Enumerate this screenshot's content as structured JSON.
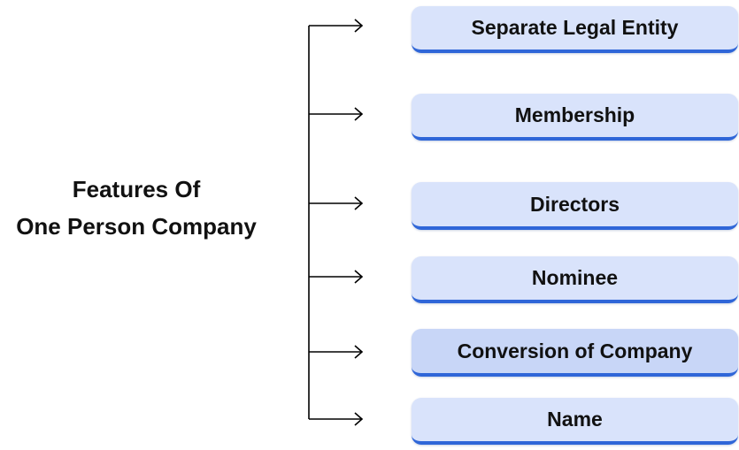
{
  "title": {
    "line1": "Features Of",
    "line2": "One Person Company"
  },
  "features": [
    "Separate Legal Entity",
    "Membership",
    "Directors",
    "Nominee",
    "Conversion of Company",
    "Name"
  ],
  "colors": {
    "box_fill": "#d9e3fb",
    "box_fill_highlight": "#c8d6f7",
    "box_border": "#2f66d8",
    "line": "#000000",
    "text": "#111111"
  }
}
